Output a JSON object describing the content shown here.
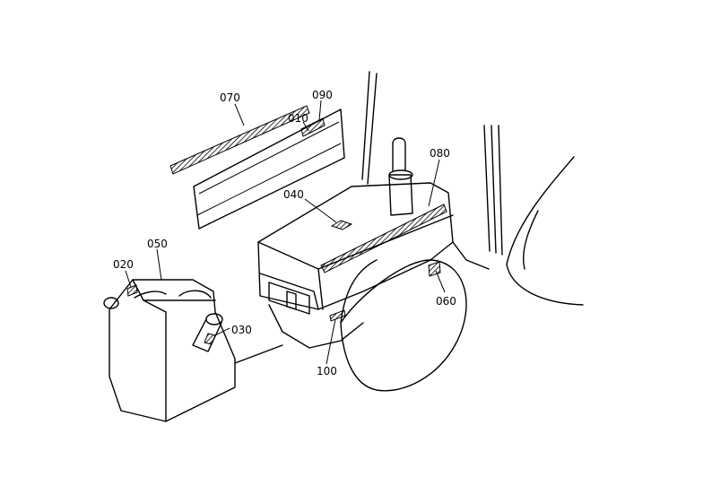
{
  "callouts": [
    {
      "id": "c070",
      "text": "070"
    },
    {
      "id": "c090",
      "text": "090"
    },
    {
      "id": "c010",
      "text": "010"
    },
    {
      "id": "c080",
      "text": "080"
    },
    {
      "id": "c040",
      "text": "040"
    },
    {
      "id": "c050",
      "text": "050"
    },
    {
      "id": "c020",
      "text": "020"
    },
    {
      "id": "c030",
      "text": "030"
    },
    {
      "id": "c060",
      "text": "060"
    },
    {
      "id": "c100",
      "text": "100"
    }
  ]
}
